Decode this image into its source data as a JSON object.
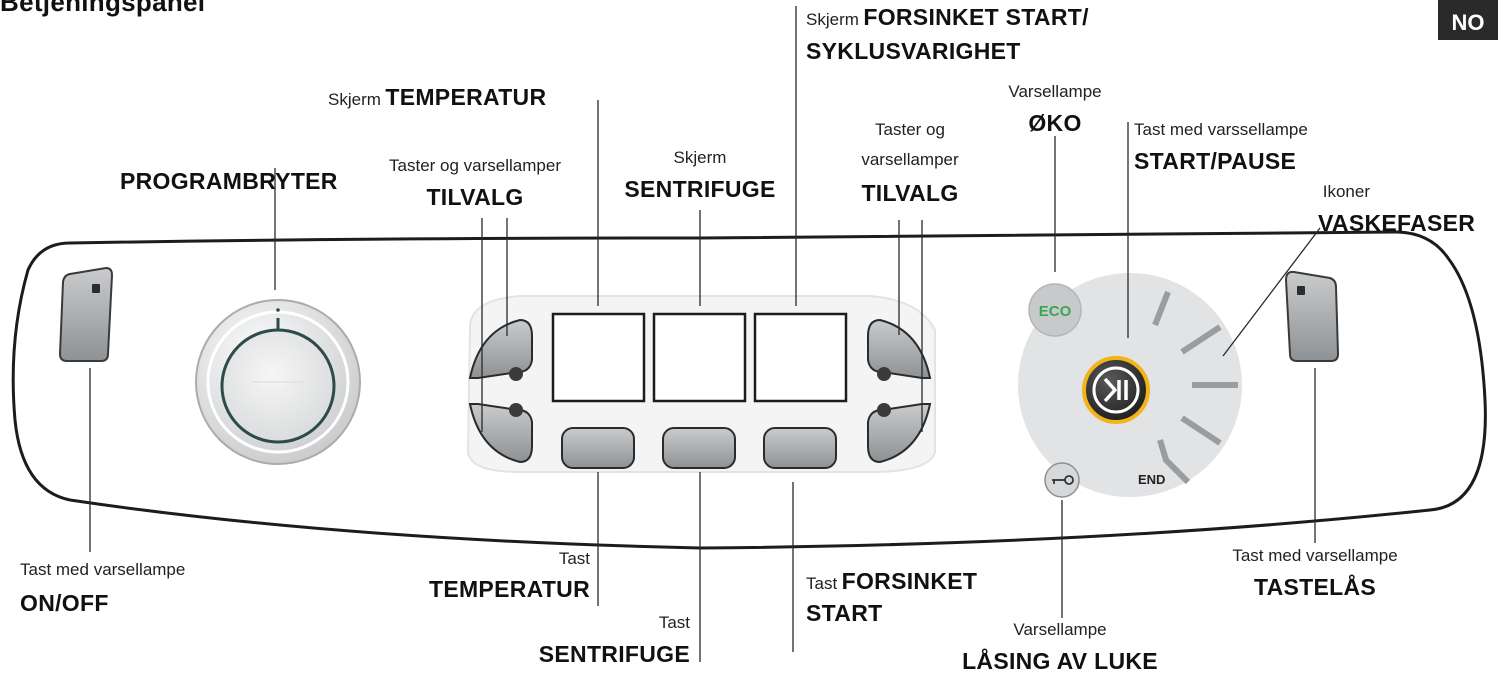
{
  "page_title": "Betjeningspanel",
  "language_badge": "NO",
  "labels": {
    "programbryter": "PROGRAMBRYTER",
    "onoff_pre": "Tast med varsellampe",
    "onoff": "ON/OFF",
    "tilvalg_left_pre": "Taster og varsellamper",
    "tilvalg_left": "TILVALG",
    "skjerm_temp_pre": "Skjerm",
    "skjerm_temp": "TEMPERATUR",
    "skjerm_sentrifuge_pre": "Skjerm",
    "skjerm_sentrifuge": "SENTRIFUGE",
    "skjerm_forsinket_pre": "Skjerm",
    "skjerm_forsinket_1": "FORSINKET START/",
    "skjerm_forsinket_2": "SYKLUSVARIGHET",
    "tilvalg_right_pre_1": "Taster og",
    "tilvalg_right_pre_2": "varsellamper",
    "tilvalg_right": "TILVALG",
    "oko_pre": "Varsellampe",
    "oko": "ØKO",
    "startpause_pre": "Tast med varssellampe",
    "startpause": "START/PAUSE",
    "vaskefaser_pre": "Ikoner",
    "vaskefaser": "VASKEFASER",
    "tast_temp_pre": "Tast",
    "tast_temp": "TEMPERATUR",
    "tast_sentrifuge_pre": "Tast",
    "tast_sentrifuge": "SENTRIFUGE",
    "tast_forsinket_pre": "Tast",
    "tast_forsinket_1": "FORSINKET",
    "tast_forsinket_2": "START",
    "laasing_pre": "Varsellampe",
    "laasing": "LÅSING AV LUKE",
    "tastelaas_pre": "Tast med varsellampe",
    "tastelaas": "TASTELÅS"
  },
  "panel": {
    "eco_text": "ECO",
    "end_text": "END",
    "eco_color": "#3aa655",
    "startpause_ring_color": "#f2b418"
  }
}
